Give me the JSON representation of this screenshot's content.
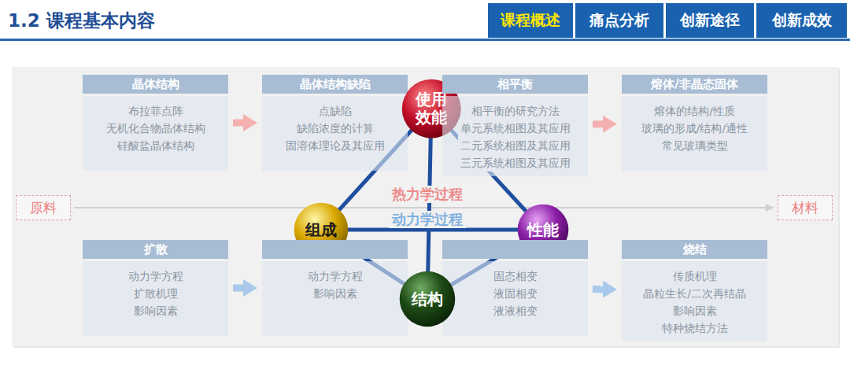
{
  "diagram": {
    "title": "1.2 课程基本内容",
    "nodes": [
      {
        "text": [
          "课程概述"
        ]
      },
      {
        "text": [
          "痛点分析"
        ]
      },
      {
        "text": [
          "创新途径"
        ]
      },
      {
        "text": [
          "创新成效"
        ]
      },
      {
        "text": [
          "晶体结构",
          "布拉菲点阵",
          "无机化合物晶体结构",
          "硅酸盐晶体结构"
        ]
      },
      {
        "text": [
          "晶体结构缺陷",
          "点缺陷",
          "缺陷浓度的计算",
          "固溶体理论及其应用"
        ]
      },
      {
        "text": [
          "使用 效能"
        ]
      },
      {
        "text": [
          "相平衡",
          "相平衡的研究方法",
          "单元系统相图及其应用",
          "二元系统相图及其应用",
          "三元系统相图及其应用"
        ]
      },
      {
        "text": [
          "熔体/非晶态固体",
          "熔体的结构/性质",
          "玻璃的形成/结构/通性",
          "常见玻璃类型"
        ]
      },
      {
        "text": [
          "原料"
        ]
      },
      {
        "text": [
          "材料"
        ]
      },
      {
        "text": [
          "组成"
        ]
      },
      {
        "text": [
          "性能"
        ]
      },
      {
        "text": [
          "扩散",
          "动力学方程",
          "扩散机理",
          "影响因素"
        ]
      },
      {
        "text": [
          "动力学方程",
          "影响因素"
        ]
      },
      {
        "text": [
          "固态相变",
          "液固相变",
          "液液相变"
        ]
      },
      {
        "text": [
          "烧结",
          "传质机理",
          "晶粒生长/二次再结晶",
          "影响因素",
          "特种烧结方法"
        ]
      },
      {
        "text": [
          "结构"
        ]
      }
    ],
    "edges": [
      {
        "from": 4,
        "to": 5,
        "arrow": "to"
      },
      {
        "from": 7,
        "to": 8,
        "arrow": "to"
      },
      {
        "from": 9,
        "to": 10,
        "arrow": "to"
      },
      {
        "from": 13,
        "to": 14,
        "arrow": "to"
      },
      {
        "from": 15,
        "to": 16,
        "arrow": "to"
      },
      {
        "from": 6,
        "to": 11,
        "arrow": "none"
      },
      {
        "from": 6,
        "to": 12,
        "arrow": "none"
      },
      {
        "from": 6,
        "to": 17,
        "arrow": "none"
      },
      {
        "from": 11,
        "to": 12,
        "arrow": "none"
      },
      {
        "from": 11,
        "to": 17,
        "arrow": "none"
      },
      {
        "from": 12,
        "to": 17,
        "arrow": "none"
      }
    ],
    "labels": [
      "热力学过程",
      "动力学过程"
    ]
  }
}
